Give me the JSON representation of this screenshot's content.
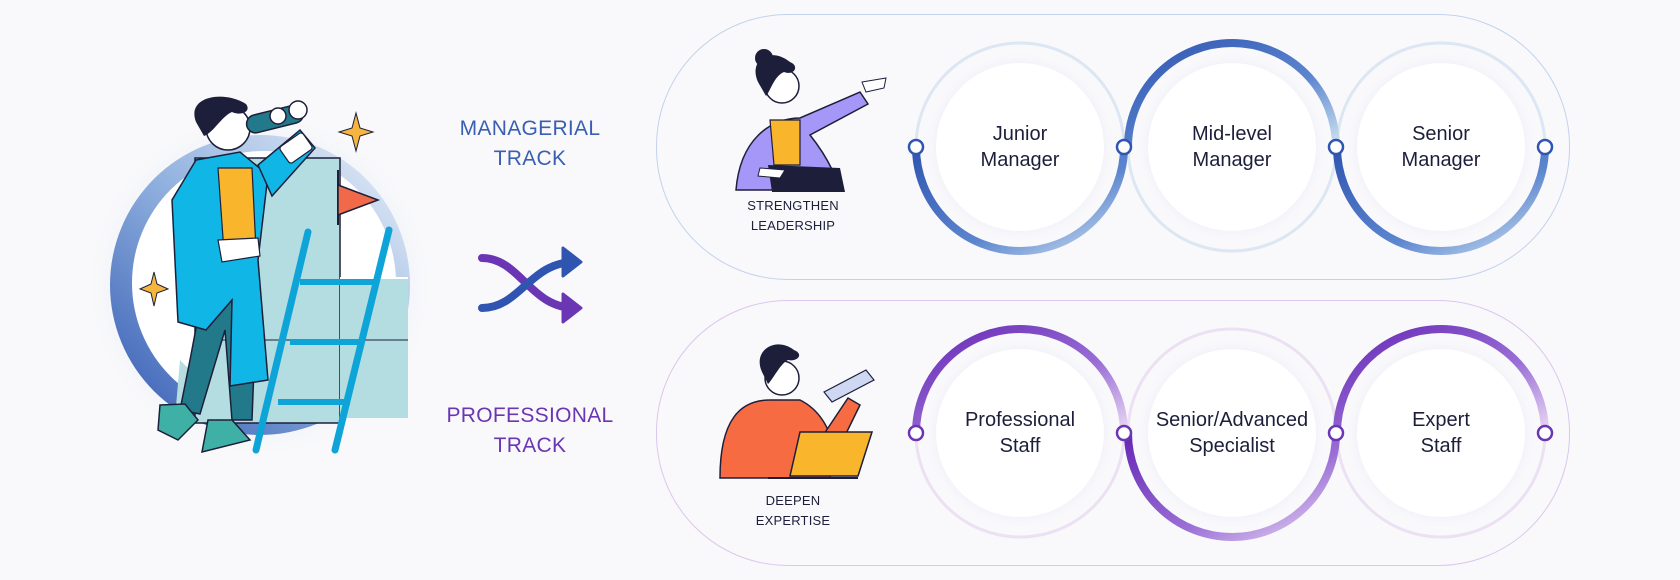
{
  "tracks": {
    "managerial": {
      "label_line1": "MANAGERIAL",
      "label_line2": "TRACK",
      "color": "#3a5fb2",
      "caption_line1": "STRENGTHEN",
      "caption_line2": "LEADERSHIP",
      "stages": [
        {
          "line1": "Junior",
          "line2": "Manager"
        },
        {
          "line1": "Mid-level",
          "line2": "Manager"
        },
        {
          "line1": "Senior",
          "line2": "Manager"
        }
      ]
    },
    "professional": {
      "label_line1": "PROFESSIONAL",
      "label_line2": "TRACK",
      "color": "#6a36b4",
      "caption_line1": "DEEPEN",
      "caption_line2": "EXPERTISE",
      "stages": [
        {
          "line1": "Professional",
          "line2": "Staff"
        },
        {
          "line1": "Senior/Advanced",
          "line2": "Specialist"
        },
        {
          "line1": "Expert",
          "line2": "Staff"
        }
      ]
    }
  },
  "icons": {
    "main_illustration": "person-with-binoculars-and-ladder-illustration",
    "switch": "shuffle-arrows-icon",
    "managerial_person": "pointing-woman-illustration",
    "professional_person": "man-with-laptop-and-pencil-illustration"
  }
}
